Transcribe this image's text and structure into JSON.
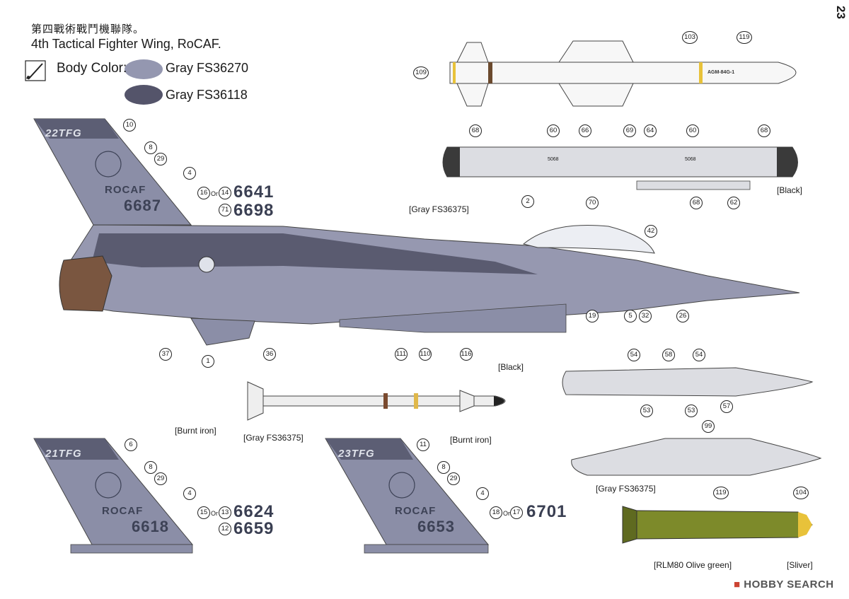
{
  "page_number": "23",
  "header": {
    "title_cn": "第四戰術戰鬥機聯隊。",
    "title_en": "4th Tactical Fighter Wing, RoCAF.",
    "body_color_label": "Body Color:",
    "swatches": [
      {
        "label": "Gray  FS36270",
        "color": "#9497b0"
      },
      {
        "label": "Gray  FS36118",
        "color": "#54546a"
      }
    ]
  },
  "main_aircraft": {
    "tail_code": "22TFG",
    "tail_text": "ROCAF",
    "tail_number": "6687",
    "alt_serials": [
      {
        "decals": [
          "16",
          "14"
        ],
        "or": "Or",
        "serial": "6641"
      },
      {
        "decals": [
          "71"
        ],
        "serial": "6698"
      }
    ],
    "callouts": [
      "10",
      "8",
      "29",
      "4",
      "2",
      "42",
      "5",
      "32",
      "26",
      "19",
      "111",
      "110",
      "116",
      "1",
      "36",
      "37"
    ]
  },
  "alt_tails": [
    {
      "tail_code": "21TFG",
      "tail_text": "ROCAF",
      "tail_number": "6618",
      "callouts": [
        "6",
        "8",
        "29",
        "4"
      ],
      "alt_serials": [
        {
          "decals": [
            "15",
            "13"
          ],
          "or": "Or",
          "serial": "6624"
        },
        {
          "decals": [
            "12"
          ],
          "serial": "6659"
        }
      ]
    },
    {
      "tail_code": "23TFG",
      "tail_text": "ROCAF",
      "tail_number": "6653",
      "callouts": [
        "11",
        "8",
        "29",
        "4"
      ],
      "alt_serials": [
        {
          "decals": [
            "18",
            "17"
          ],
          "or": "Or",
          "serial": "6701"
        }
      ]
    }
  ],
  "missile_top": {
    "marking": "AGM-84G-1",
    "callouts": [
      "103",
      "119",
      "109"
    ]
  },
  "pod": {
    "code_text": "5068",
    "color_notes": {
      "black": "[Black]",
      "gray": "[Gray FS36375]"
    },
    "callouts": [
      "68",
      "60",
      "66",
      "69",
      "64",
      "60",
      "68",
      "70",
      "68",
      "62"
    ]
  },
  "missile_mid": {
    "notes": {
      "black": "[Black]",
      "burnt_left": "[Burnt iron]",
      "gray": "[Gray FS36375]",
      "burnt_right": "[Burnt iron]"
    }
  },
  "fuel_tank": {
    "callouts": [
      "54",
      "58",
      "54",
      "53",
      "53",
      "57"
    ]
  },
  "pylon_tank": {
    "note": "[Gray FS36375]",
    "callouts": [
      "99"
    ]
  },
  "bomb": {
    "notes": {
      "olive": "[RLM80 Olive green]",
      "silver": "[Sliver]"
    },
    "callouts": [
      "119",
      "104"
    ]
  },
  "watermark": "HOBBY SEARCH"
}
